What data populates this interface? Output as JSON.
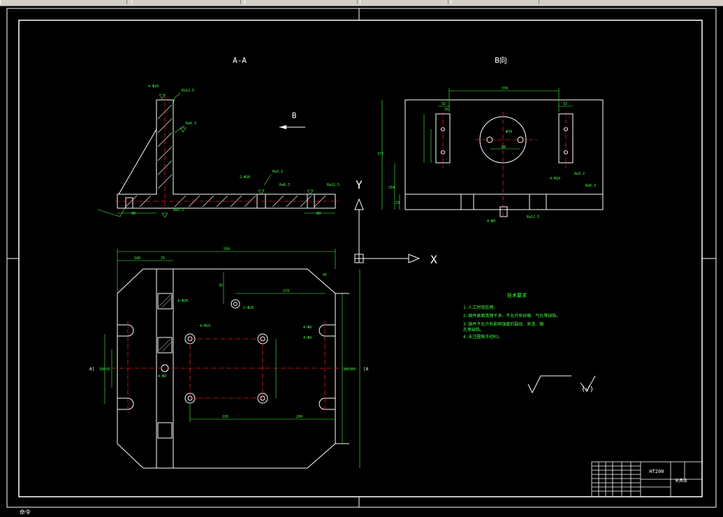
{
  "app": {
    "command_prompt": "命令"
  },
  "views": {
    "section_a": "A-A",
    "view_b_title": "B向",
    "view_b_arrow": "B",
    "section_marker_left": "A|",
    "section_marker_right": "|A"
  },
  "ucs": {
    "x_label": "X",
    "y_label": "Y"
  },
  "dimensions": {
    "overall_width": "550",
    "left_part": "180",
    "flange": "25",
    "hole_pitch_x": "274",
    "hole_from_top": "35",
    "chamfer": "45",
    "height_total": "380",
    "height_right": "380",
    "bottom_left": "195",
    "bottom_right": "200",
    "slot_spacing": "180",
    "slot_center": "65",
    "bottom_leg": "80",
    "b_width": "378",
    "b_rib_left": "32",
    "b_rib_right": "32",
    "b_rib_inner": "16",
    "b_height": "377",
    "b_mid": "254",
    "b_low": "23",
    "b_hole_dia": "Φ70",
    "b_hole_offset": "88"
  },
  "annotations": {
    "roughness_1": "Ra12.5",
    "roughness_2": "Ra6.3",
    "roughness_3": "Ra3.2",
    "hole_note_1": "4-M10",
    "hole_note_2": "4-Φ9",
    "hole_note_3": "2-Φ20",
    "counterbore": "4-Φ20"
  },
  "tech_requirements": {
    "title": "技术要求",
    "items": [
      "1.人工时效处理。",
      "2.铸件表面清理干净，不允许有砂眼、气孔等缺陷。",
      "3.铸件不允许有影响强度的裂纹、夹渣、缩",
      "孔等缺陷。",
      "4.未注圆角半径R3。"
    ]
  },
  "surface_finish_symbol": "(√)",
  "title_block": {
    "material": "HT200",
    "drawing_name": "夹具体"
  }
}
